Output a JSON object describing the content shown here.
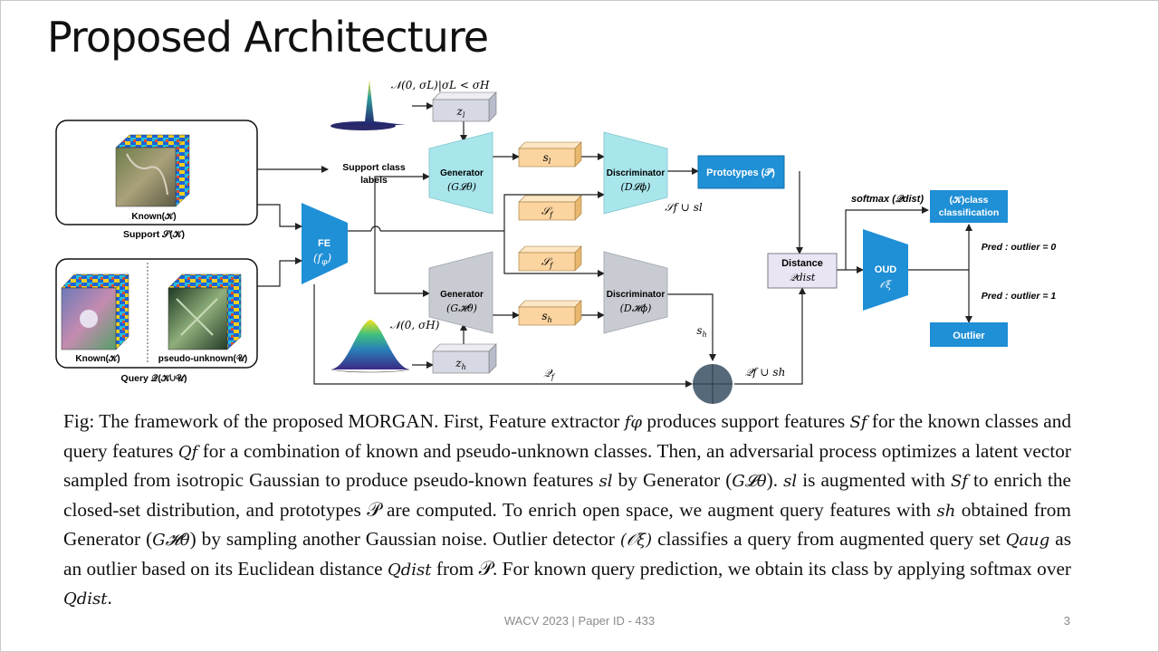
{
  "slide": {
    "title": "Proposed Architecture",
    "footer": "WACV 2023 | Paper ID - 433",
    "page_number": "3"
  },
  "diagram": {
    "support_label": "Support 𝒮(𝒦)",
    "support_known": "Known(𝒦)",
    "query_label": "Query 𝒬(𝒦∪𝒰)",
    "query_known": "Known(𝒦)",
    "query_pseudo": "pseudo-unknown(𝒰)",
    "fe_title": "FE",
    "fe_sub": "(f",
    "fe_sub_phi": "φ",
    "support_class_labels_1": "Support class",
    "support_class_labels_2": "labels",
    "noise_low": "𝒩(0, σL)|σL < σH",
    "noise_high": "𝒩(0, σH)",
    "z_l": "z",
    "z_l_sub": "l",
    "z_h": "z",
    "z_h_sub": "h",
    "gen_l_title": "Generator",
    "gen_l_sub": "(G𝓛θ)",
    "gen_h_title": "Generator",
    "gen_h_sub": "(G𝓗θ)",
    "disc_l_title": "Discriminator",
    "disc_l_sub": "(D𝓛ϕ)",
    "disc_h_title": "Discriminator",
    "disc_h_sub": "(D𝓗ϕ)",
    "s_l": "s",
    "s_l_sub": "l",
    "s_f_1": "𝒮",
    "s_f_1_sub": "f",
    "s_f_2": "𝒮",
    "s_f_2_sub": "f",
    "s_h": "s",
    "s_h_sub": "h",
    "sf_union_sl": "𝒮f ∪ sl",
    "s_h_label": "s",
    "s_h_label_sub": "h",
    "q_f_label": "𝒬",
    "q_f_label_sub": "f",
    "qf_union_sh": "𝒬f ∪ sh",
    "prototypes": "Prototypes (𝒫)",
    "distance_title": "Distance",
    "distance_sub": "𝒬dist",
    "softmax": "softmax (𝒬dist)",
    "class_cls_1": "(𝒦)class",
    "class_cls_2": "classification",
    "oud_title": "OUD",
    "oud_sub": "𝒪ξ",
    "pred_0": "Pred : outlier = 0",
    "pred_1": "Pred : outlier = 1",
    "outlier": "Outlier"
  },
  "caption": {
    "l1": "Fig: The framework of the proposed MORGAN. First, Feature extractor ",
    "l1_var": "fφ",
    "l1b": " produces support features ",
    "l1_var2": "Sf",
    "l1c": " for the",
    "l2": "known classes and query features ",
    "l2_var": "Qf",
    "l2b": " for a combination of known and pseudo-unknown classes. Then, an",
    "l3": "adversarial process optimizes a latent vector sampled from isotropic Gaussian to produce pseudo-known features ",
    "l3_var": "sl",
    "l4": "by Generator (",
    "l4_var": "G𝓛θ",
    "l4b": "). ",
    "l4_var2": "sl",
    "l4c": " is augmented with ",
    "l4_var3": "Sf",
    "l4d": " to enrich the closed-set distribution, and prototypes 𝒫 are computed.",
    "l5": "To enrich open space, we augment query features with ",
    "l5_var": "sh",
    "l5b": " obtained from Generator (",
    "l5_var2": "G𝓗θ",
    "l5c": ") by sampling another",
    "l6": "Gaussian noise. Outlier detector ",
    "l6_var": "(𝒪ξ)",
    "l6b": " classifies a query from augmented query set ",
    "l6_var2": "Qaug",
    "l6c": " as an outlier based on its",
    "l7": "Euclidean distance ",
    "l7_var": "Qdist",
    "l7b": " from 𝒫. For known query prediction, we obtain its class by applying softmax over ",
    "l7_var2": "Qdist",
    "l7c": "."
  },
  "colors": {
    "blue_box": "#1f8fd6",
    "light_teal": "#a8e6ec",
    "generator_gray": "#c8ccd2",
    "orange_feat": "#fbd4a0",
    "distance_box": "#e9e5f3"
  }
}
